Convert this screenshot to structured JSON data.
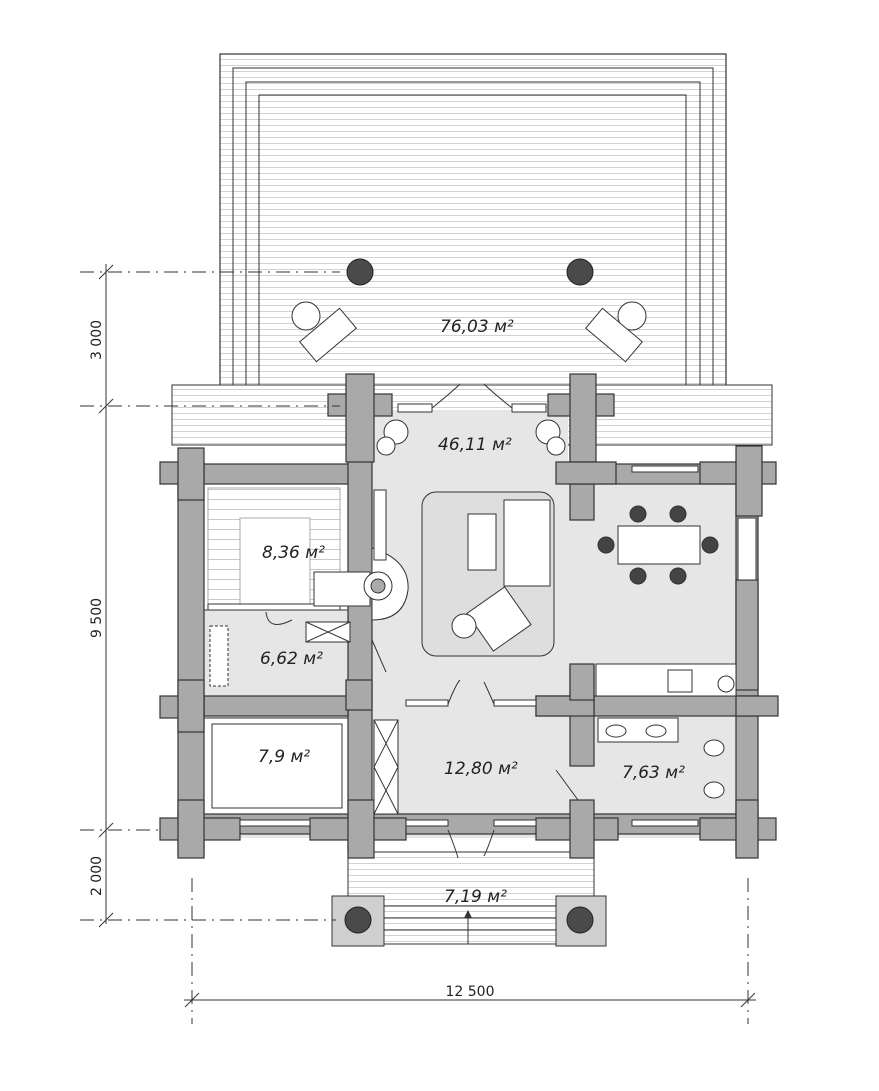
{
  "rooms": {
    "terrace": "76,03 м²",
    "living": "46,11 м²",
    "sauna": "8,36 м²",
    "washroom": "6,62 м²",
    "bedroom": "7,9 м²",
    "hall": "12,80 м²",
    "bathroom": "7,63 м²",
    "porch": "7,19 м²"
  },
  "dimensions": {
    "top": "3 000",
    "middle": "9 500",
    "bottom": "2 000",
    "width": "12 500"
  },
  "colors": {
    "wall": "#a9a9a9",
    "floor": "#e8e8e8",
    "deck_line": "#cfcfcf",
    "column": "#4a4a4a",
    "line": "#333333"
  }
}
